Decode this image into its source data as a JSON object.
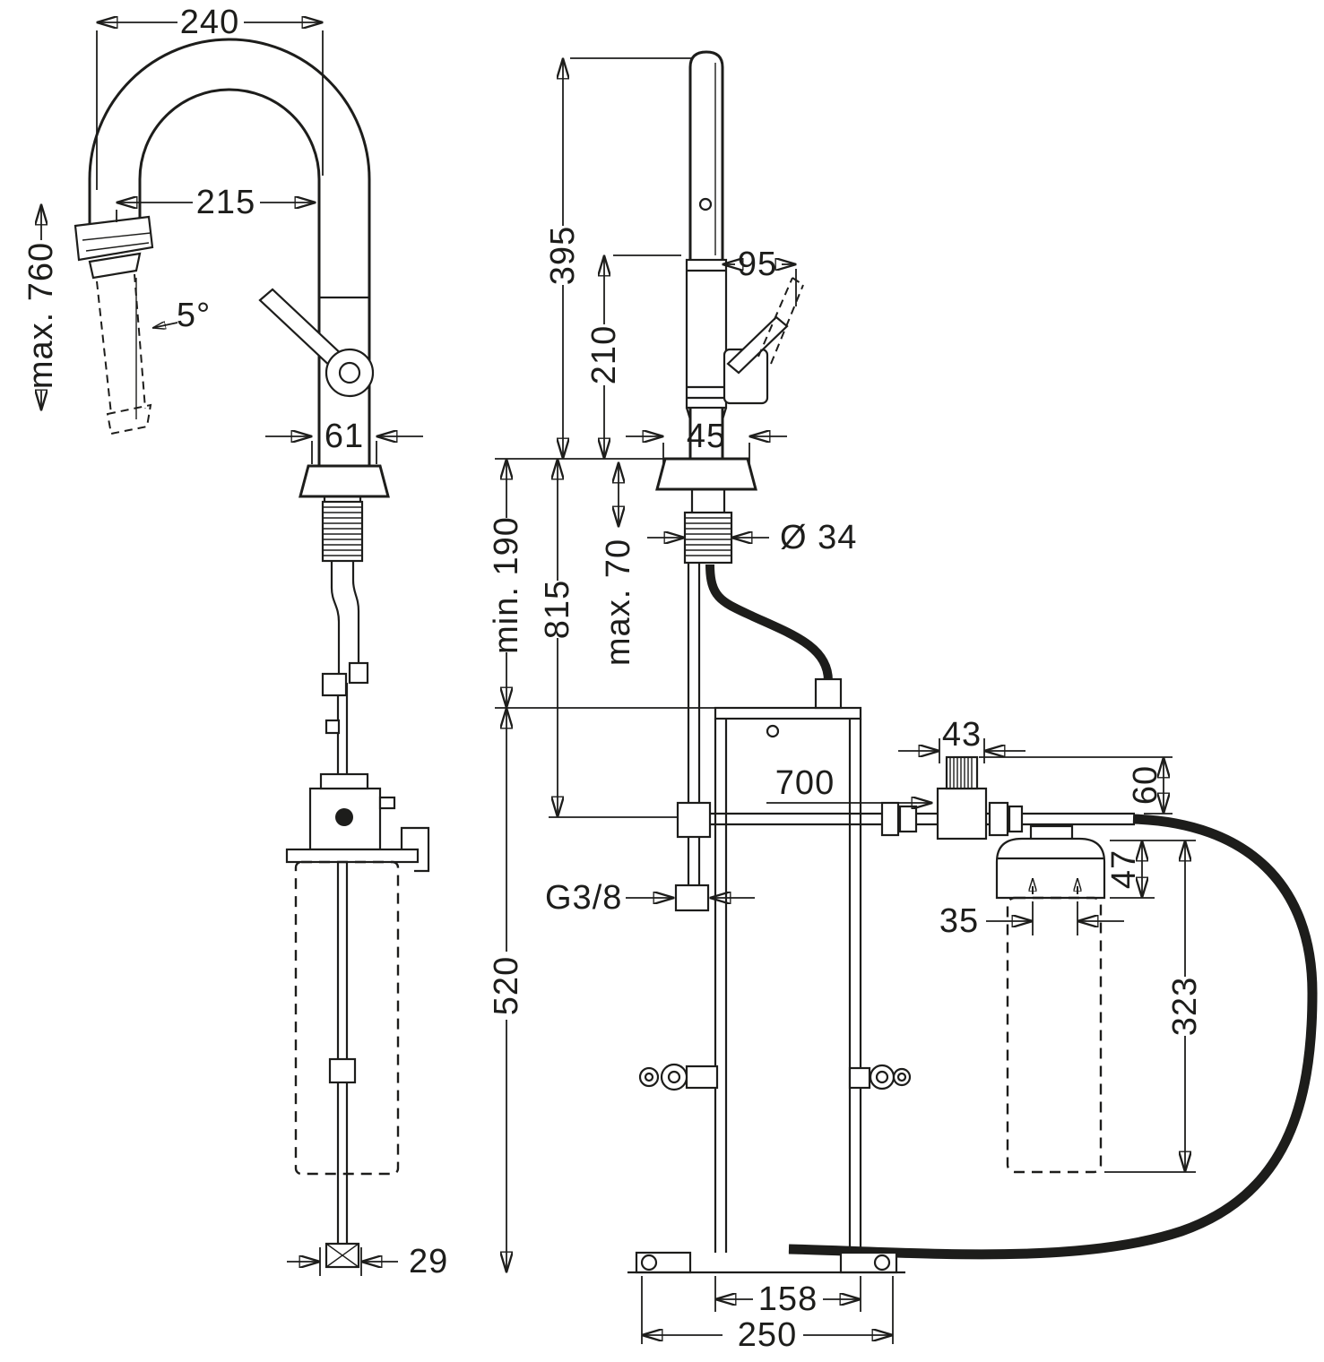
{
  "drawing": {
    "line_color": "#1d1d1b",
    "bg_color": "#ffffff",
    "front": {
      "spout_width": "240",
      "spout_reach": "215",
      "pullout_max": "max. 760",
      "spray_angle": "5°",
      "body_width": "61",
      "bottom_offset": "29"
    },
    "side": {
      "spout_height": "395",
      "handle_reach": "95",
      "body_height": "210",
      "base_depth": "45",
      "clearance_min": "min. 190",
      "counter_max": "max. 70",
      "hole_diameter": "Ø 34",
      "install_depth": "815",
      "valve_width": "43",
      "hose_length": "700",
      "head_clearance": "60",
      "head_height": "47",
      "thread": "G3/8",
      "port_spacing": "35",
      "filter_height": "323",
      "frame_height": "520",
      "base_width_inner": "158",
      "base_width_outer": "250"
    }
  }
}
